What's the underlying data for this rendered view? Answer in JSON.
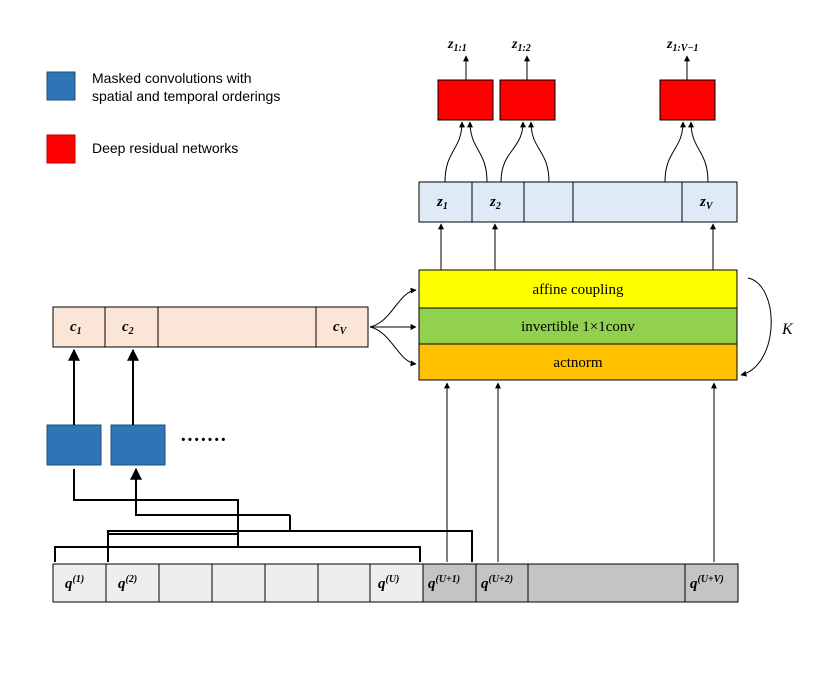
{
  "legend": [
    {
      "color": "#2e75b6",
      "text_lines": [
        "Masked convolutions with",
        "spatial and temporal orderings"
      ]
    },
    {
      "color": "#ff0000",
      "text_lines": [
        "Deep residual networks"
      ]
    }
  ],
  "outputs": [
    {
      "base": "z",
      "sub": "1:1"
    },
    {
      "base": "z",
      "sub": "1:2"
    },
    {
      "base": "z",
      "sub": "1:V−1"
    }
  ],
  "z_row": [
    {
      "base": "z",
      "sub": "1"
    },
    {
      "base": "z",
      "sub": "2"
    },
    {
      "base": "",
      "sub": ""
    },
    {
      "base": "",
      "sub": ""
    },
    {
      "base": "z",
      "sub": "V"
    }
  ],
  "flow_layers": [
    {
      "label": "affine coupling",
      "color": "#ffff00"
    },
    {
      "label": "invertible 1×1conv",
      "color": "#92d050"
    },
    {
      "label": "actnorm",
      "color": "#ffc000"
    }
  ],
  "repeat_label": "K",
  "c_row": [
    {
      "base": "c",
      "sub": "1"
    },
    {
      "base": "c",
      "sub": "2"
    },
    {
      "base": "",
      "sub": ""
    },
    {
      "base": "c",
      "sub": "V"
    }
  ],
  "ellipsis": "·······",
  "q_row": [
    {
      "base": "q",
      "sup": "(1)"
    },
    {
      "base": "q",
      "sup": "(2)"
    },
    {
      "base": "",
      "sup": ""
    },
    {
      "base": "",
      "sup": ""
    },
    {
      "base": "",
      "sup": ""
    },
    {
      "base": "",
      "sup": ""
    },
    {
      "base": "q",
      "sup": "(U)"
    },
    {
      "base": "q",
      "sup": "(U+1)"
    },
    {
      "base": "q",
      "sup": "(U+2)"
    },
    {
      "base": "",
      "sup": ""
    },
    {
      "base": "q",
      "sup": "(U+V)"
    }
  ]
}
